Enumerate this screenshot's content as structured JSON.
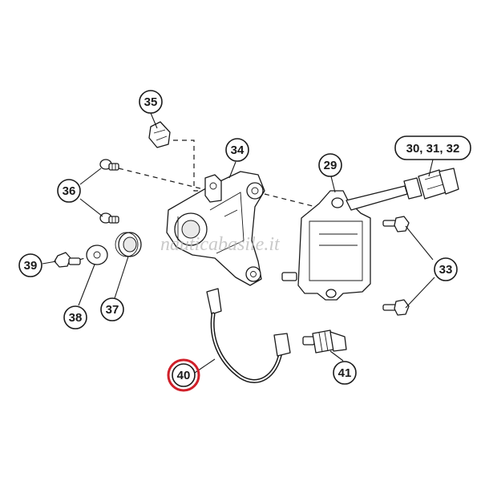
{
  "diagram": {
    "watermark": "nauticabasile.it",
    "highlight_color": "#d0202a",
    "line_color": "#1a1a1a",
    "callouts": {
      "c29": "29",
      "c30": "30, 31, 32",
      "c33": "33",
      "c34": "34",
      "c35": "35",
      "c36": "36",
      "c37": "37",
      "c38": "38",
      "c39": "39",
      "c40": "40",
      "c41": "41"
    },
    "highlighted_callout": "40"
  }
}
